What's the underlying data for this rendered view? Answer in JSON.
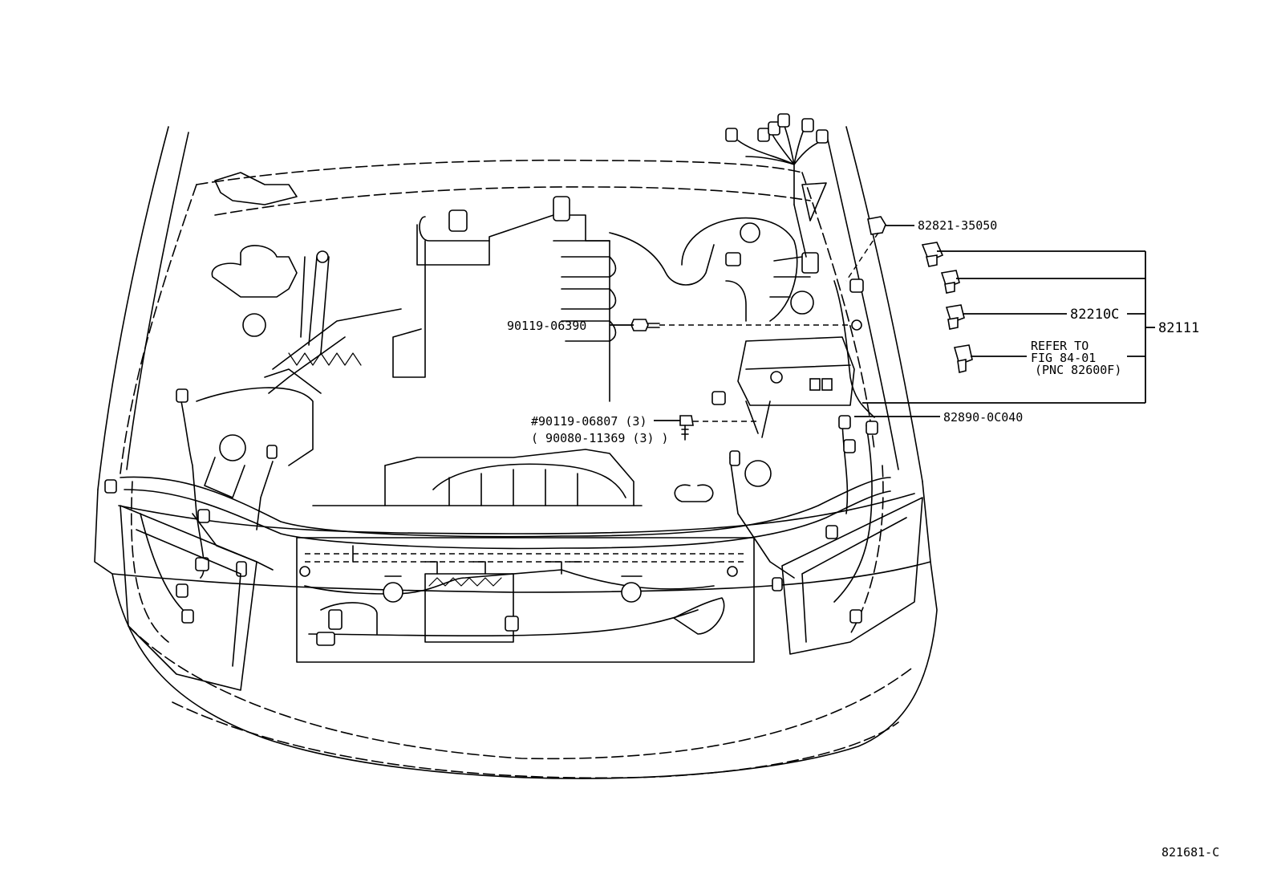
{
  "callouts": {
    "p82821": "82821-35050",
    "p82210c": "82210C",
    "p82111": "82111",
    "refer_line1": "REFER TO",
    "refer_line2": "FIG 84-01",
    "refer_line3": "(PNC 82600F)",
    "p82890": "82890-0C040",
    "p90119_06390": "90119-06390",
    "p90119_06807": "#90119-06807 (3)",
    "p90080": "( 90080-11369 (3) )"
  },
  "figure_id": "821681-C"
}
